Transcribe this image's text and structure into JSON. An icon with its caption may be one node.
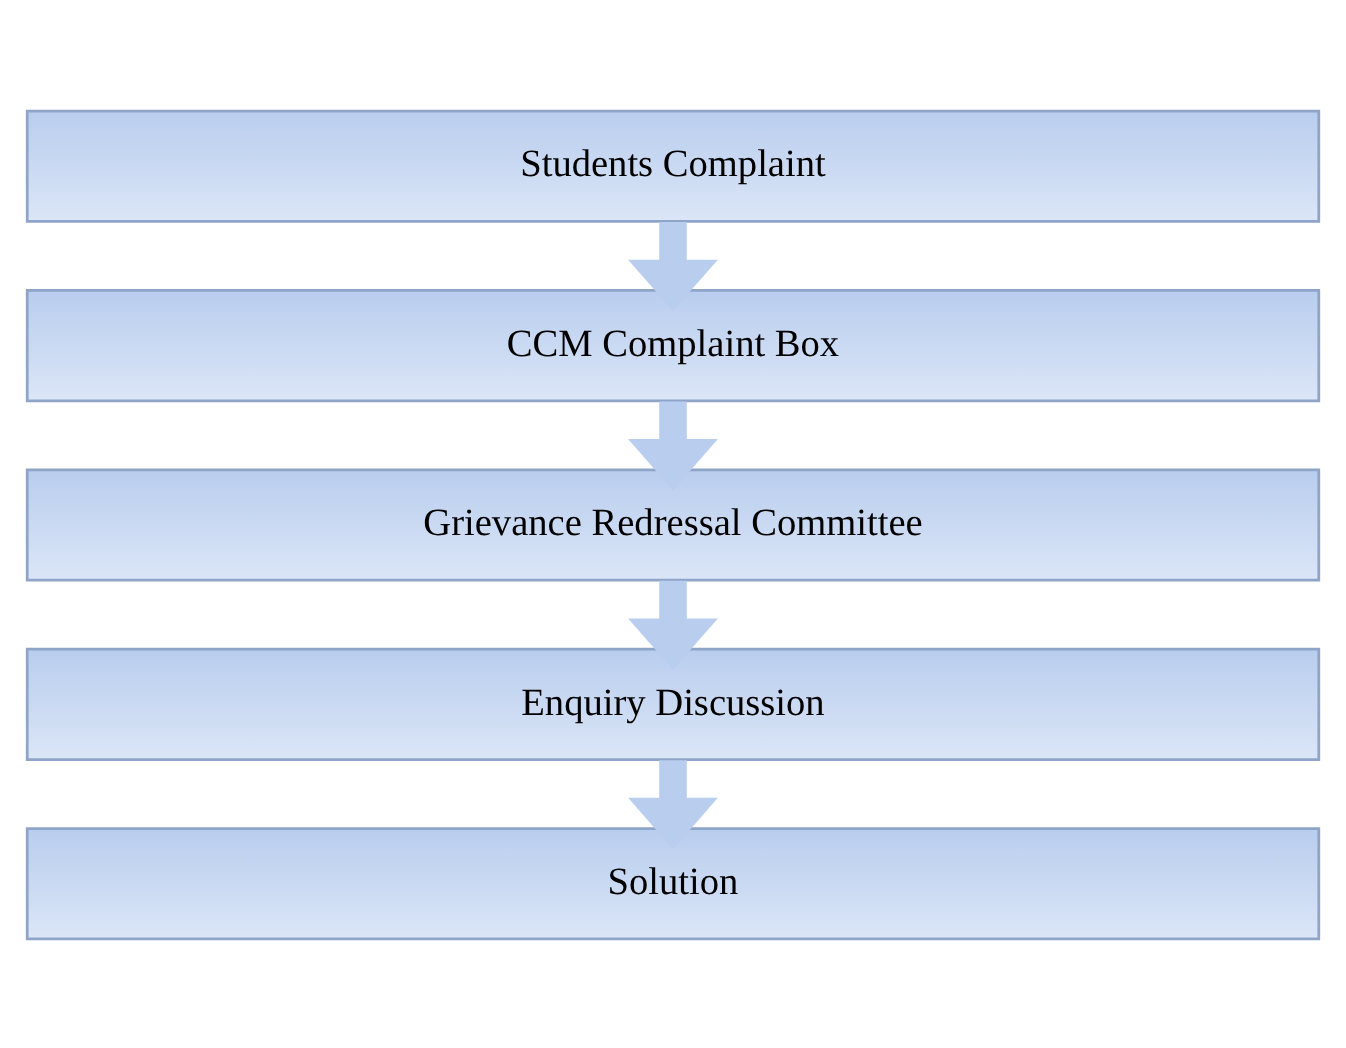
{
  "diagram": {
    "nodes": [
      {
        "text": [
          "Students Complaint"
        ]
      },
      {
        "text": [
          "CCM Complaint Box"
        ]
      },
      {
        "text": [
          "Grievance Redressal Committee"
        ]
      },
      {
        "text": [
          "Enquiry Discussion"
        ]
      },
      {
        "text": [
          "Solution"
        ]
      }
    ],
    "edges": [
      {
        "from": 0,
        "to": 1,
        "arrow": "to"
      },
      {
        "from": 1,
        "to": 2,
        "arrow": "to"
      },
      {
        "from": 2,
        "to": 3,
        "arrow": "to"
      },
      {
        "from": 3,
        "to": 4,
        "arrow": "to"
      }
    ]
  }
}
